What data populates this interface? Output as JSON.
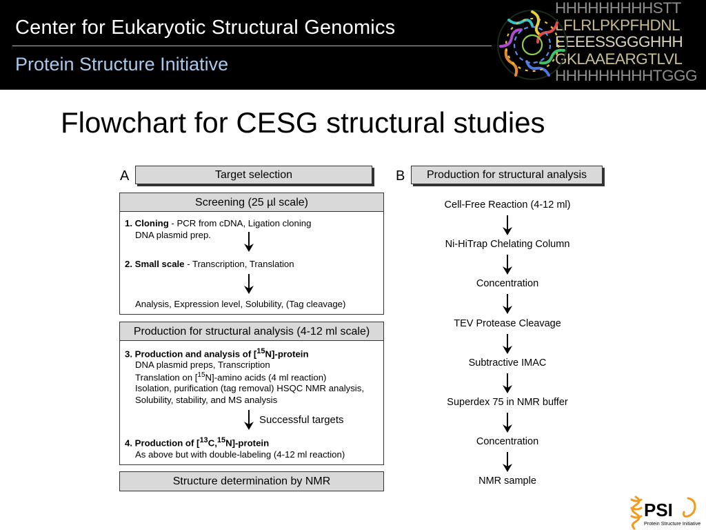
{
  "header": {
    "title": "Center for Eukaryotic Structural Genomics",
    "subtitle": "Protein Structure Initiative",
    "sequence_lines": [
      {
        "text": "HHHHHHHHHSTT",
        "color": "#8e8e8e"
      },
      {
        "text": "LFLRLPKPFHDNL",
        "color": "#c7b78c"
      },
      {
        "text": "EEEESSGGGHHH",
        "color": "#d9d2bb"
      },
      {
        "text": "GKLAAEARGTLVL",
        "color": "#c9bf96"
      },
      {
        "text": "HHHHHHHHHTGGG",
        "color": "#8e8e8e"
      }
    ]
  },
  "slide_title": "Flowchart for CESG structural studies",
  "panel_a": {
    "label": "A",
    "target_selection": "Target selection",
    "screening": "Screening (25 µl scale)",
    "step1_num": "1.",
    "step1_bold": "Cloning",
    "step1_rest": " - PCR from cDNA, Ligation cloning",
    "step1_line2": "DNA plasmid prep.",
    "step2_num": "2.",
    "step2_bold": "Small scale",
    "step2_rest": " - Transcription, Translation",
    "analysis": "Analysis, Expression level, Solubility, (Tag cleavage)",
    "production": "Production for structural analysis (4-12 ml scale)",
    "step3_num": "3.",
    "step3_bold_a": "Production and analysis of [",
    "step3_sup": "15",
    "step3_bold_b": "N]-protein",
    "step3_line2": "DNA plasmid preps, Transcription",
    "step3_line3_a": "Translation on [",
    "step3_line3_sup": "15",
    "step3_line3_b": "N]-amino acids (4 ml reaction)",
    "step3_line4": "Isolation, purification (tag removal) HSQC NMR analysis,",
    "step3_line5": "Solubility, stability, and MS analysis",
    "successful_targets": "Successful targets",
    "step4_num": "4.",
    "step4_bold_a": "Production of [",
    "step4_sup1": "13",
    "step4_bold_b": "C,",
    "step4_sup2": "15",
    "step4_bold_c": "N]-protein",
    "step4_line2": "As above but with double-labeling (4-12 ml reaction)",
    "structure_determination": "Structure determination by NMR"
  },
  "panel_b": {
    "label": "B",
    "header": "Production for structural analysis",
    "steps": [
      "Cell-Free Reaction (4-12 ml)",
      "Ni-HiTrap Chelating Column",
      "Concentration",
      "TEV Protease Cleavage",
      "Subtractive IMAC",
      "Superdex 75 in NMR buffer",
      "Concentration",
      "NMR sample"
    ]
  },
  "logo": {
    "wordmark": "PSI",
    "tagline": "Protein Structure Initiative",
    "accent_color": "#f29a1d"
  }
}
